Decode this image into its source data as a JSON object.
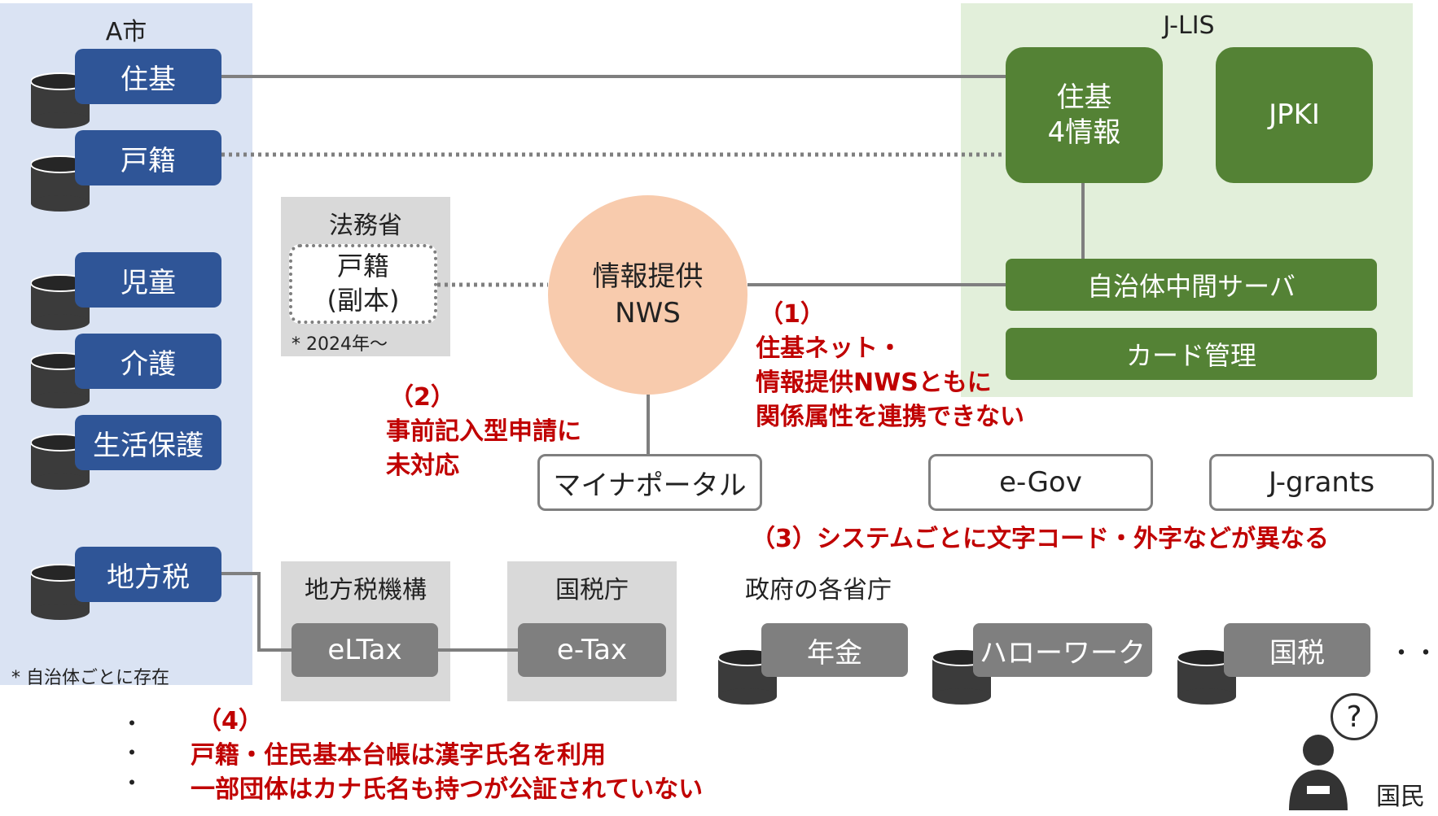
{
  "city": {
    "title": "A市",
    "systems": [
      "住基",
      "戸籍",
      "児童",
      "介護",
      "生活保護",
      "地方税"
    ],
    "note": "* 自治体ごとに存在"
  },
  "jlis": {
    "title": "J-LIS",
    "juki_line1": "住基",
    "juki_line2": "4情報",
    "jpki": "JPKI",
    "middle_server": "自治体中間サーバ",
    "card_management": "カード管理"
  },
  "moj": {
    "title": "法務省",
    "koseki_line1": "戸籍",
    "koseki_line2": "(副本)",
    "note": "* 2024年～"
  },
  "nws": {
    "line1": "情報提供",
    "line2": "NWS"
  },
  "portals": {
    "mynaportal": "マイナポータル",
    "egov": "e-Gov",
    "jgrants": "J-grants"
  },
  "tax": {
    "local_org_title": "地方税機構",
    "eltax": "eLTax",
    "nta_title": "国税庁",
    "etax": "e-Tax"
  },
  "government": {
    "title": "政府の各省庁",
    "systems": [
      "年金",
      "ハローワーク",
      "国税"
    ],
    "more": "・・・"
  },
  "issues": {
    "i1": {
      "num": "（1）",
      "lines": [
        "住基ネット・",
        "情報提供NWSともに",
        "関係属性を連携できない"
      ]
    },
    "i2": {
      "num": "（2）",
      "lines": [
        "事前記入型申請に",
        "未対応"
      ]
    },
    "i3": {
      "text": "（3）システムごとに文字コード・外字などが異なる"
    },
    "i4": {
      "num": "（4）",
      "lines": [
        "戸籍・住民基本台帳は漢字氏名を利用",
        "一部団体はカナ氏名も持つが公証されていない"
      ]
    }
  },
  "citizen": {
    "label": "国民",
    "question": "?"
  },
  "bullets": [
    "・",
    "・",
    "・"
  ],
  "colors": {
    "city_panel": "#dae3f3",
    "city_box": "#2f5597",
    "jlis_panel": "#e2efda",
    "jlis_box": "#548235",
    "nws": "#f8cbad",
    "issue_text": "#c00000",
    "gray_box": "#7f7f7f"
  }
}
